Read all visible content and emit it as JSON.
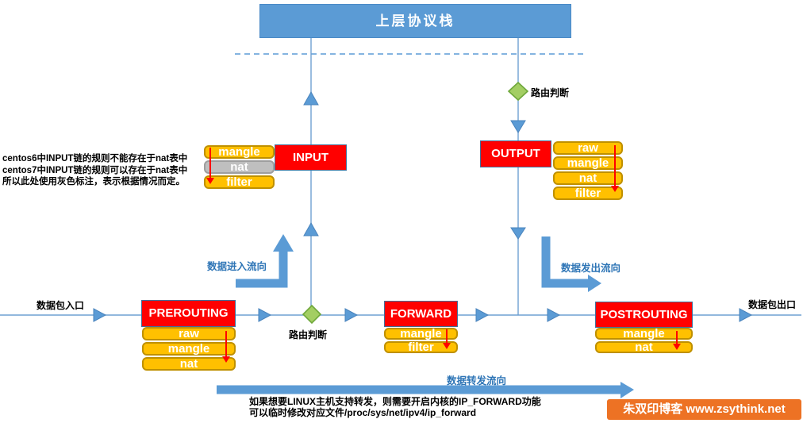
{
  "title": "上层协议栈",
  "colors": {
    "blue": "#5B9BD5",
    "chain_red": "#FF0000",
    "table_gold": "#FFC000",
    "table_gray": "#BFBFBF",
    "diamond_green": "#A3CE63",
    "flow_label_blue": "#2E75B6",
    "watermark_orange": "#ED7224"
  },
  "chains": {
    "prerouting": {
      "name": "PREROUTING",
      "tables": [
        {
          "label": "raw",
          "style": "gold"
        },
        {
          "label": "mangle",
          "style": "gold"
        },
        {
          "label": "nat",
          "style": "gold"
        }
      ]
    },
    "input": {
      "name": "INPUT",
      "tables": [
        {
          "label": "mangle",
          "style": "gold"
        },
        {
          "label": "nat",
          "style": "gray"
        },
        {
          "label": "filter",
          "style": "gold"
        }
      ]
    },
    "forward": {
      "name": "FORWARD",
      "tables": [
        {
          "label": "mangle",
          "style": "gold"
        },
        {
          "label": "filter",
          "style": "gold"
        }
      ]
    },
    "output": {
      "name": "OUTPUT",
      "tables": [
        {
          "label": "raw",
          "style": "gold"
        },
        {
          "label": "mangle",
          "style": "gold"
        },
        {
          "label": "nat",
          "style": "gold"
        },
        {
          "label": "filter",
          "style": "gold"
        }
      ]
    },
    "postrouting": {
      "name": "POSTROUTING",
      "tables": [
        {
          "label": "mangle",
          "style": "gold"
        },
        {
          "label": "nat",
          "style": "gold"
        }
      ]
    }
  },
  "labels": {
    "routing_decision_top": "路由判断",
    "routing_decision_bottom": "路由判断",
    "flow_in": "数据进入流向",
    "flow_out": "数据发出流向",
    "flow_forward": "数据转发流向",
    "packet_in": "数据包入口",
    "packet_out": "数据包出口"
  },
  "notes": {
    "input_nat_note": [
      "centos6中INPUT链的规则不能存在于nat表中",
      "centos7中INPUT链的规则可以存在于nat表中",
      "所以此处使用灰色标注，表示根据情况而定。"
    ],
    "forward_note": [
      "如果想要LINUX主机支持转发，则需要开启内核的IP_FORWARD功能",
      "可以临时修改对应文件/proc/sys/net/ipv4/ip_forward"
    ]
  },
  "watermark": "朱双印博客 www.zsythink.net"
}
